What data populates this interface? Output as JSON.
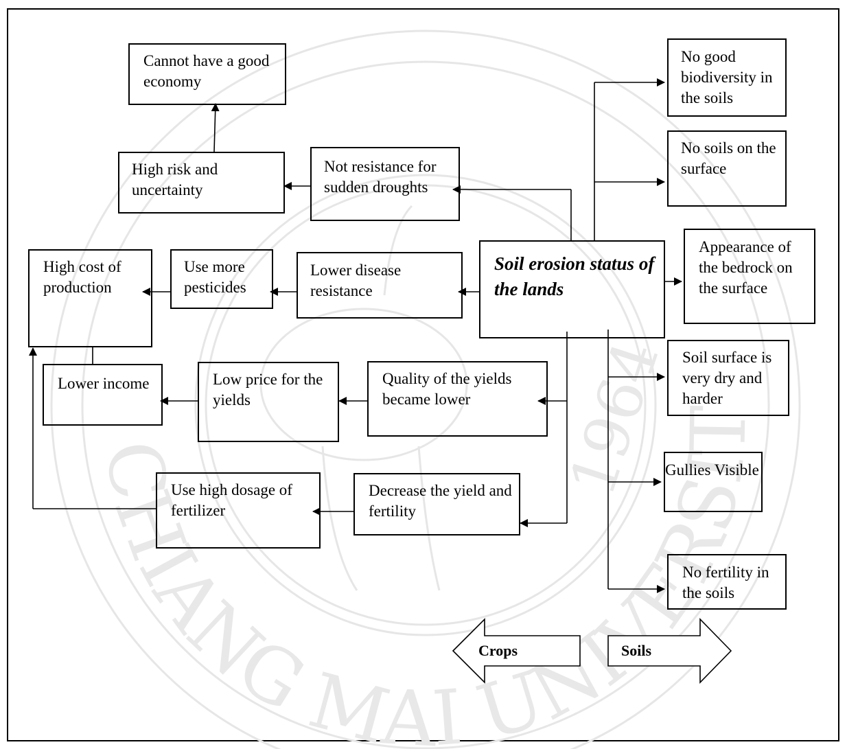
{
  "watermark": {
    "ring_text": "CHIANG MAI UNIVERSITY",
    "year": "1964"
  },
  "center_box": "Soil erosion status of the lands",
  "crops_side": {
    "economy": "Cannot have a good economy",
    "risk": "High risk and uncertainty",
    "drought": "Not resistance for sudden droughts",
    "cost": "High cost of production",
    "pesticides": "Use more pesticides",
    "disease": "Lower disease resistance",
    "income": "Lower income",
    "low_price": "Low price for the yields",
    "quality": "Quality of the yields became lower",
    "fertilizer": "Use high dosage of fertilizer",
    "decrease": "Decrease the yield and fertility"
  },
  "soils_side": {
    "biodiversity": "No good biodiversity in the soils",
    "no_soils": "No soils on the surface",
    "bedrock": "Appearance of the bedrock on the surface",
    "dry": "Soil surface is very dry and harder",
    "gullies": "Gullies Visible",
    "fertility": "No fertility in the soils"
  },
  "legend": {
    "crops": "Crops",
    "soils": "Soils"
  }
}
